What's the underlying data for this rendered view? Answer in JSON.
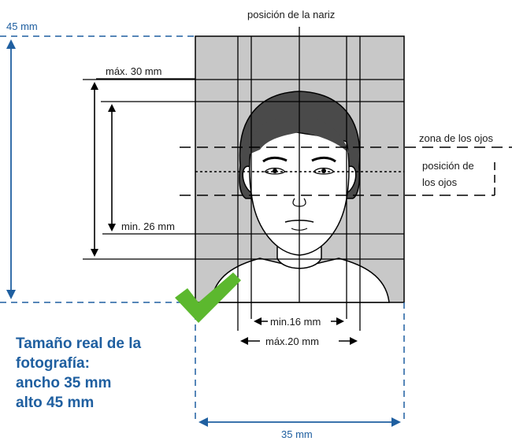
{
  "labels": {
    "width_top": "45 mm",
    "nose_position": "posición de la nariz",
    "max_head": "máx. 30 mm",
    "min_head": "min. 26 mm",
    "eye_zone": "zona de los ojos",
    "eye_position_line1": "posición de",
    "eye_position_line2": "los ojos",
    "min_face_width": "min.16 mm",
    "max_face_width": "máx.20 mm",
    "width_bottom": "35 mm"
  },
  "caption": {
    "line1": "Tamaño real de la",
    "line2": "fotografía:",
    "line3": "ancho 35 mm",
    "line4": "alto 45 mm"
  },
  "colors": {
    "accent_blue": "#1f5fa0",
    "photo_gray": "#c8c8c8",
    "check_green": "#5cb82e"
  },
  "icons": [
    "checkmark-icon",
    "face-illustration"
  ]
}
